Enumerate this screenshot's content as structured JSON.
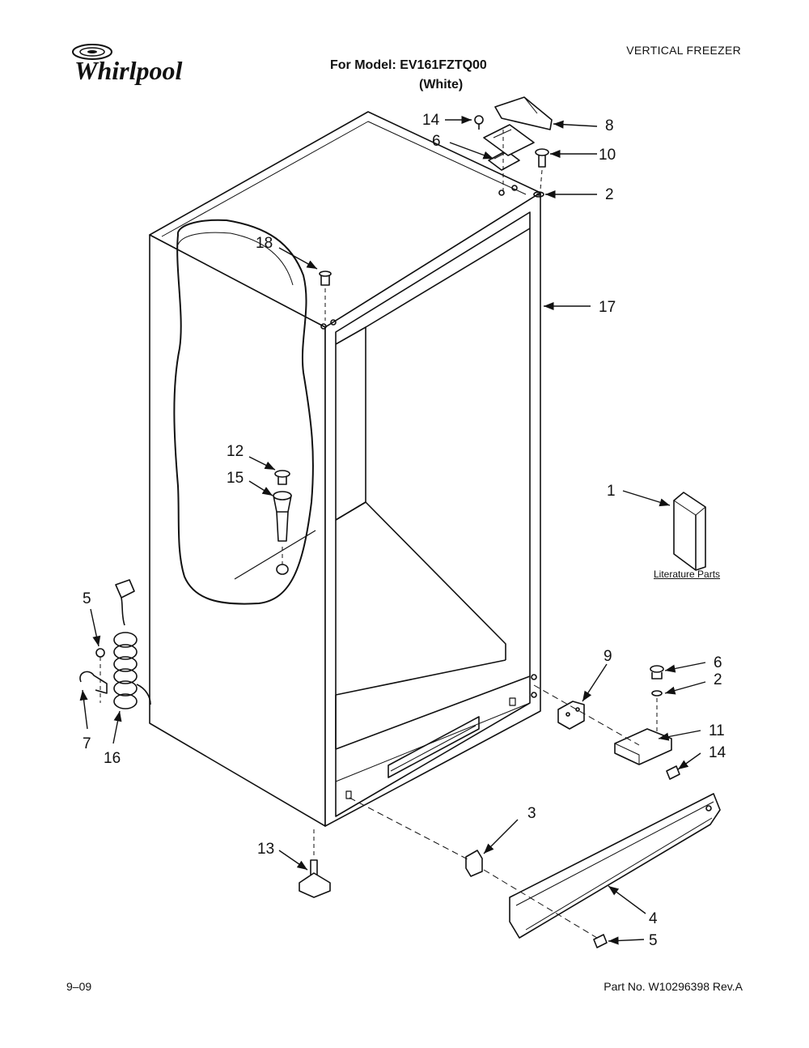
{
  "brand": "Whirlpool",
  "header": {
    "category": "VERTICAL FREEZER",
    "model_line": "For Model: EV161FZTQ00",
    "color_line": "(White)"
  },
  "footer": {
    "date": "9–09",
    "part_number": "Part No. W10296398 Rev.A"
  },
  "literature_label": "Literature Parts",
  "callouts": {
    "c14_top": "14",
    "c8": "8",
    "c6_top": "6",
    "c10": "10",
    "c2_top": "2",
    "c18": "18",
    "c17": "17",
    "c12": "12",
    "c15": "15",
    "c1": "1",
    "c5_left": "5",
    "c7": "7",
    "c16": "16",
    "c9": "9",
    "c6_right": "6",
    "c2_right": "2",
    "c11": "11",
    "c14_right": "14",
    "c3": "3",
    "c13": "13",
    "c4": "4",
    "c5_bottom": "5"
  }
}
